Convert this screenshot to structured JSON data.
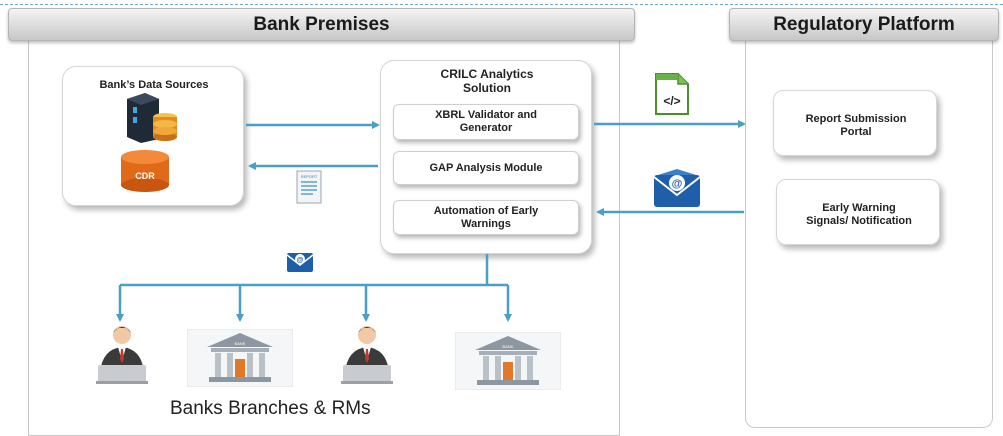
{
  "headers": {
    "bank_premises": "Bank Premises",
    "regulatory_platform": "Regulatory Platform"
  },
  "data_sources": {
    "title": "Bank’s Data Sources",
    "cdr_label": "CDR"
  },
  "crilc": {
    "title_line1": "CRILC Analytics",
    "title_line2": "Solution",
    "modules": [
      {
        "line1": "XBRL Validator and",
        "line2": "Generator"
      },
      {
        "line1": "GAP Analysis Module",
        "line2": ""
      },
      {
        "line1": "Automation of Early",
        "line2": "Warnings"
      }
    ]
  },
  "regulatory": {
    "report_portal_line1": "Report Submission",
    "report_portal_line2": "Portal",
    "ews_line1": "Early Warning",
    "ews_line2": "Signals/ Notification"
  },
  "icons": {
    "xml_doc_glyph": "</>",
    "report_doc_text": "REPORT",
    "bank_building_text": "BANK",
    "email_glyph": "@"
  },
  "caption": "Banks Branches & RMs",
  "colors": {
    "arrow": "#4aa0c4",
    "cdr_orange": "#e06a1a",
    "email_blue": "#1f5ea8",
    "xml_green": "#5aa03a"
  }
}
